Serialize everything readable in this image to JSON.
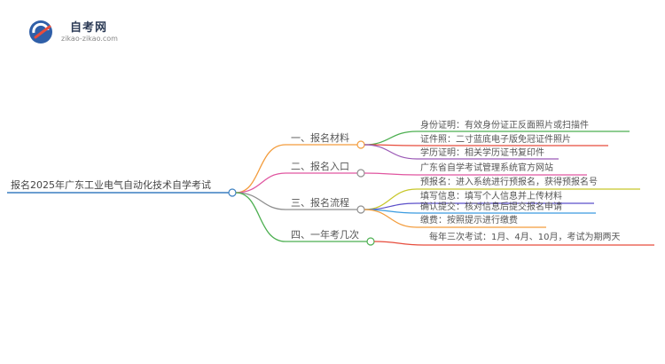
{
  "logo": {
    "title": "自考网",
    "url": "zikao-zikao.com",
    "icon": "zikao-logo-icon"
  },
  "root": {
    "label": "报名2025年广东工业电气自动化技术自学考试"
  },
  "branches": [
    {
      "label": "一、报名材料",
      "color": "#f39c3c",
      "children": [
        {
          "label": "身份证明：有效身份证正反面照片或扫描件",
          "color": "#4caf50"
        },
        {
          "label": "证件照：二寸蓝底电子版免冠证件照片",
          "color": "#e74c3c"
        },
        {
          "label": "学历证明：相关学历证书复印件",
          "color": "#9b59b6"
        }
      ]
    },
    {
      "label": "二、报名入口",
      "color": "#e056a0",
      "children": [
        {
          "label": "广东省自学考试管理系统官方网站",
          "color": "#e056a0"
        }
      ]
    },
    {
      "label": "三、报名流程",
      "color": "#8e8e8e",
      "children": [
        {
          "label": "预报名：进入系统进行预报名，获得预报名号",
          "color": "#c7c72a"
        },
        {
          "label": "填写信息：填写个人信息并上传材料",
          "color": "#5b4fc9"
        },
        {
          "label": "确认提交：核对信息后提交报名申请",
          "color": "#3a9be0"
        },
        {
          "label": "缴费：按照提示进行缴费",
          "color": "#f39c3c"
        }
      ]
    },
    {
      "label": "四、一年考几次",
      "color": "#4caf50",
      "children": [
        {
          "label": "每年三次考试：1月、4月、10月，考试为期两天",
          "color": "#e74c3c"
        }
      ]
    }
  ]
}
